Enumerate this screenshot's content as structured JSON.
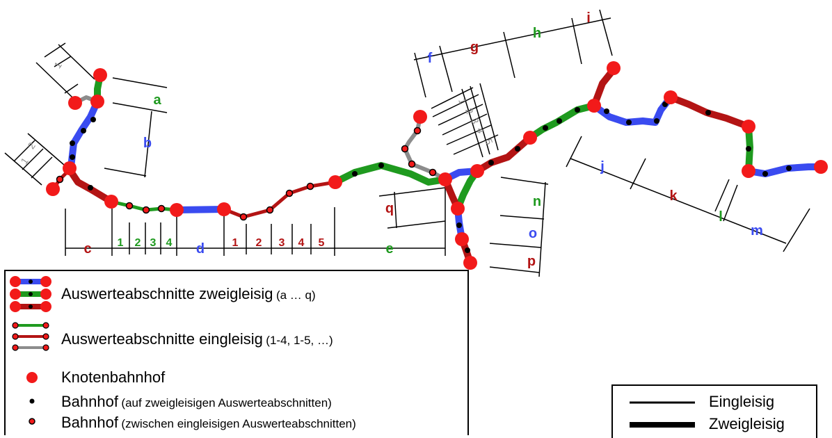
{
  "colors": {
    "blue": "#3a4bf0",
    "green": "#1f9a1f",
    "red": "#b31414",
    "grey": "#8c8c8c",
    "node": "#f21a1a",
    "station": "#000000"
  },
  "segment_labels": {
    "a": "a",
    "b": "b",
    "c": "c",
    "d": "d",
    "e": "e",
    "f": "f",
    "g": "g",
    "h": "h",
    "i": "i",
    "j": "j",
    "k": "k",
    "l": "l",
    "m": "m",
    "n": "n",
    "o": "o",
    "p": "p",
    "q": "q"
  },
  "single_labels": {
    "c1": "1",
    "c2": "2",
    "c3": "3",
    "c4": "4",
    "d1": "1",
    "d2": "2",
    "d3": "3",
    "d4": "4",
    "d5": "5",
    "tl1": "1",
    "ml1": "1",
    "ml2": "2",
    "fb1": "1",
    "fb2": "2",
    "fb3": "3",
    "fb4": "4",
    "fb5": "5"
  },
  "legend": {
    "double_title": "Auswerteabschnitte zweigleisig",
    "double_range": "(a … q)",
    "single_title": "Auswerteabschnitte eingleisig",
    "single_range": "(1-4, 1-5, …)",
    "node_station": "Knotenbahnhof",
    "station_double_title": "Bahnhof",
    "station_double_note": "(auf zweigleisigen Auswerteabschnitten)",
    "station_single_title": "Bahnhof",
    "station_single_note": "(zwischen eingleisigen Auswerteabschnitten)"
  },
  "legend_lines": {
    "single_track": "Eingleisig",
    "double_track": "Zweigleisig"
  }
}
